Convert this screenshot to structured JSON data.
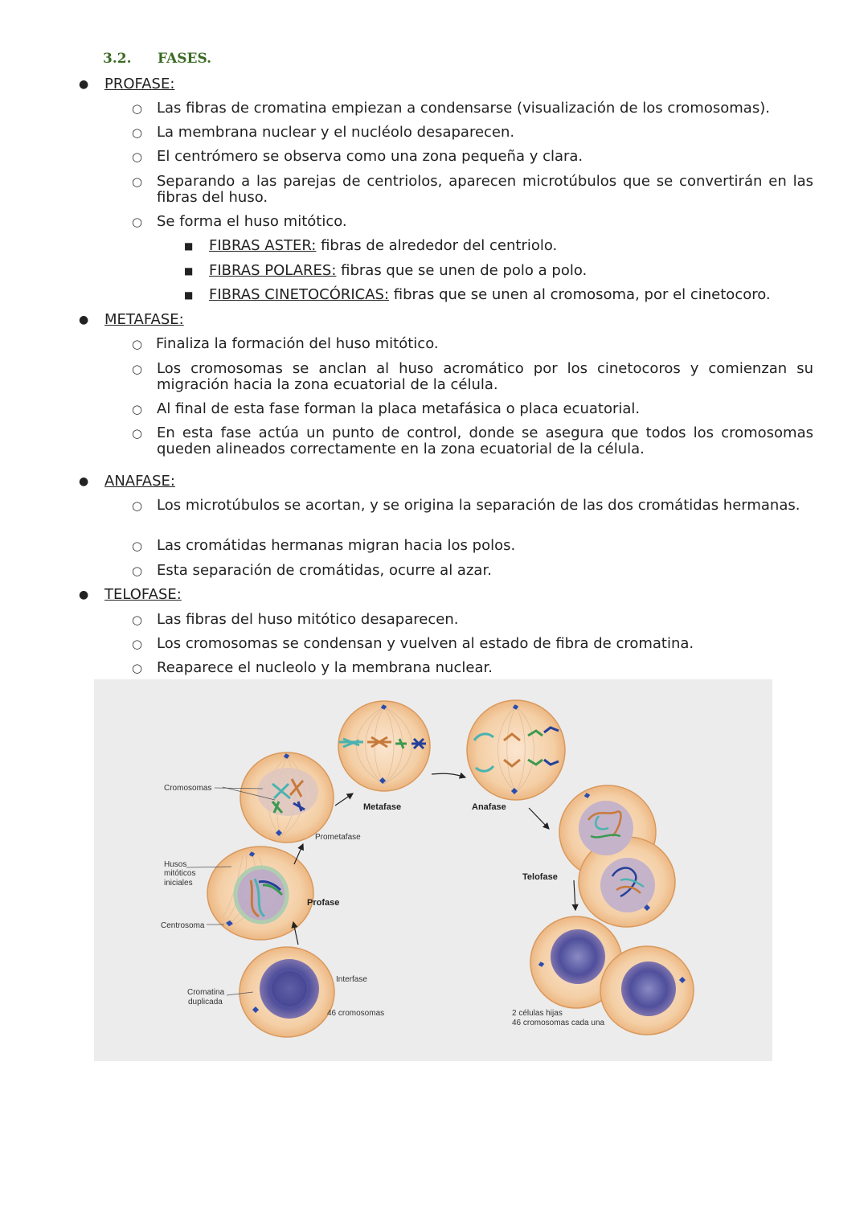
{
  "section": {
    "number": "3.2.",
    "title": "FASES."
  },
  "profase": {
    "title": "PROFASE:",
    "items": [
      "Las fibras de cromatina empiezan a condensarse (visualización de los cromosomas).",
      "La membrana nuclear y el nucléolo desaparecen.",
      "El centrómero se observa como una zona pequeña y clara.",
      "Separando a las parejas de centriolos, aparecen microtúbulos que se convertirán en las fibras del huso.",
      "Se forma el huso mitótico."
    ],
    "fibras": [
      {
        "term": "FIBRAS ASTER:",
        "desc": " fibras de alrededor del centriolo."
      },
      {
        "term": "FIBRAS POLARES:",
        "desc": " fibras que se unen de polo a polo."
      },
      {
        "term": "FIBRAS CINETOCÓRICAS:",
        "desc": " fibras que se unen al cromosoma, por el cinetocoro."
      }
    ]
  },
  "metafase": {
    "title": "METAFASE:",
    "items": [
      "Finaliza la formación del huso mitótico.",
      "Los cromosomas se anclan al huso acromático por los cinetocoros y comienzan su migración hacia la zona ecuatorial de la célula.",
      "Al final de esta fase forman la placa metafásica o placa ecuatorial.",
      "En esta fase actúa un punto de control, donde se asegura que todos los cromosomas queden alineados correctamente en la zona ecuatorial de la célula."
    ]
  },
  "anafase": {
    "title": "ANAFASE:",
    "items": [
      "Los microtúbulos se acortan, y se origina la separación de las dos cromátidas hermanas.",
      "Las cromátidas hermanas migran hacia los polos.",
      "Esta separación de cromátidas, ocurre al azar."
    ]
  },
  "telofase": {
    "title": "TELOFASE:",
    "items": [
      "Las fibras del huso mitótico desaparecen.",
      "Los cromosomas se condensan y vuelven al estado de fibra de cromatina.",
      "Reaparece el nucleolo y la membrana nuclear."
    ]
  },
  "figure": {
    "labels": {
      "cromosomas": "Cromosomas",
      "husos_1": "Husos",
      "husos_2": "mitóticos",
      "husos_3": "iniciales",
      "centrosoma": "Centrosoma",
      "cromatina_1": "Cromatina",
      "cromatina_2": "duplicada",
      "prometafase": "Prometafase",
      "profase": "Profase",
      "metafase": "Metafase",
      "anafase": "Anafase",
      "telofase": "Telofase",
      "interfase": "Interfase",
      "cromosomas46": "46 cromosomas",
      "hijas_1": "2 células hijas",
      "hijas_2": "46 cromosomas cada una"
    },
    "colors": {
      "cell": "#f0c08e",
      "nucleus": "#5a5aa0",
      "teal": "#4ab3b0",
      "orange": "#c77a3a",
      "green": "#3a9a50",
      "navy": "#25409a"
    }
  }
}
